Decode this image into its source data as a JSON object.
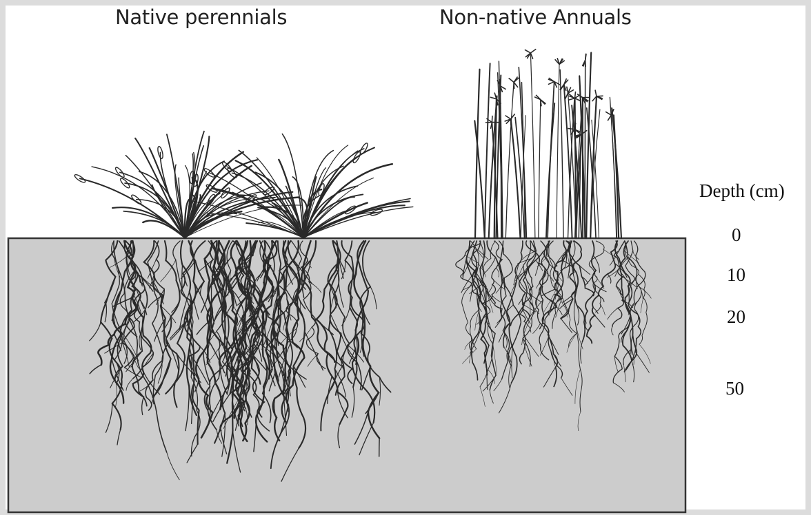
{
  "titles": {
    "left": "Native perennials",
    "right": "Non-native Annuals"
  },
  "depth_axis": {
    "label": "Depth (cm)",
    "ticks": [
      "0",
      "10",
      "20",
      "50"
    ]
  },
  "colors": {
    "soil": "#cccccc",
    "soil_border": "#333333",
    "plant_ink": "#2a2a2a",
    "frame": "#dcdcdc"
  }
}
